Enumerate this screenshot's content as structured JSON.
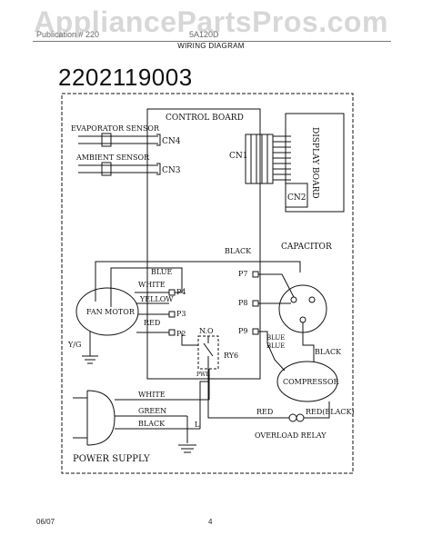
{
  "watermark": "AppliancePartsPros.com",
  "header": {
    "left_text": "Publication # 220",
    "right_text": "5A120D",
    "title": "WIRING DIAGRAM"
  },
  "model_number": "2202119003",
  "diagram": {
    "control_board": "CONTROL BOARD",
    "evaporator_sensor": "EVAPORATOR SENSOR",
    "ambient_sensor": "AMBIENT SENSOR",
    "cn4": "CN4",
    "cn3": "CN3",
    "cn1": "CN1",
    "cn2": "CN2",
    "display_board": "DISPLAY BOARD",
    "black_top": "BLACK",
    "capacitor": "CAPACITOR",
    "blue": "BLUE",
    "white": "WHITE",
    "yellow": "YELLOW",
    "red": "RED",
    "p4": "P4",
    "p3": "P3",
    "p2": "P2",
    "p7": "P7",
    "p8": "P8",
    "p9": "P9",
    "fan_motor": "FAN MOTOR",
    "yg": "Y/G",
    "no": "N.O",
    "ry6": "RY6",
    "pwr": "PWR",
    "blue_blue": "BLUE",
    "blue_blue2": "BLUE",
    "black_cap": "BLACK",
    "compressor": "COMPRESSOR",
    "white_ps": "WHITE",
    "green_ps": "GREEN",
    "black_ps": "BLACK",
    "l": "L",
    "red_ol": "RED",
    "red_black": "RED(BLACK)",
    "overload_relay": "OVERLOAD RELAY",
    "power_supply": "POWER SUPPLY"
  },
  "footer": {
    "date": "06/07",
    "page": "4"
  }
}
